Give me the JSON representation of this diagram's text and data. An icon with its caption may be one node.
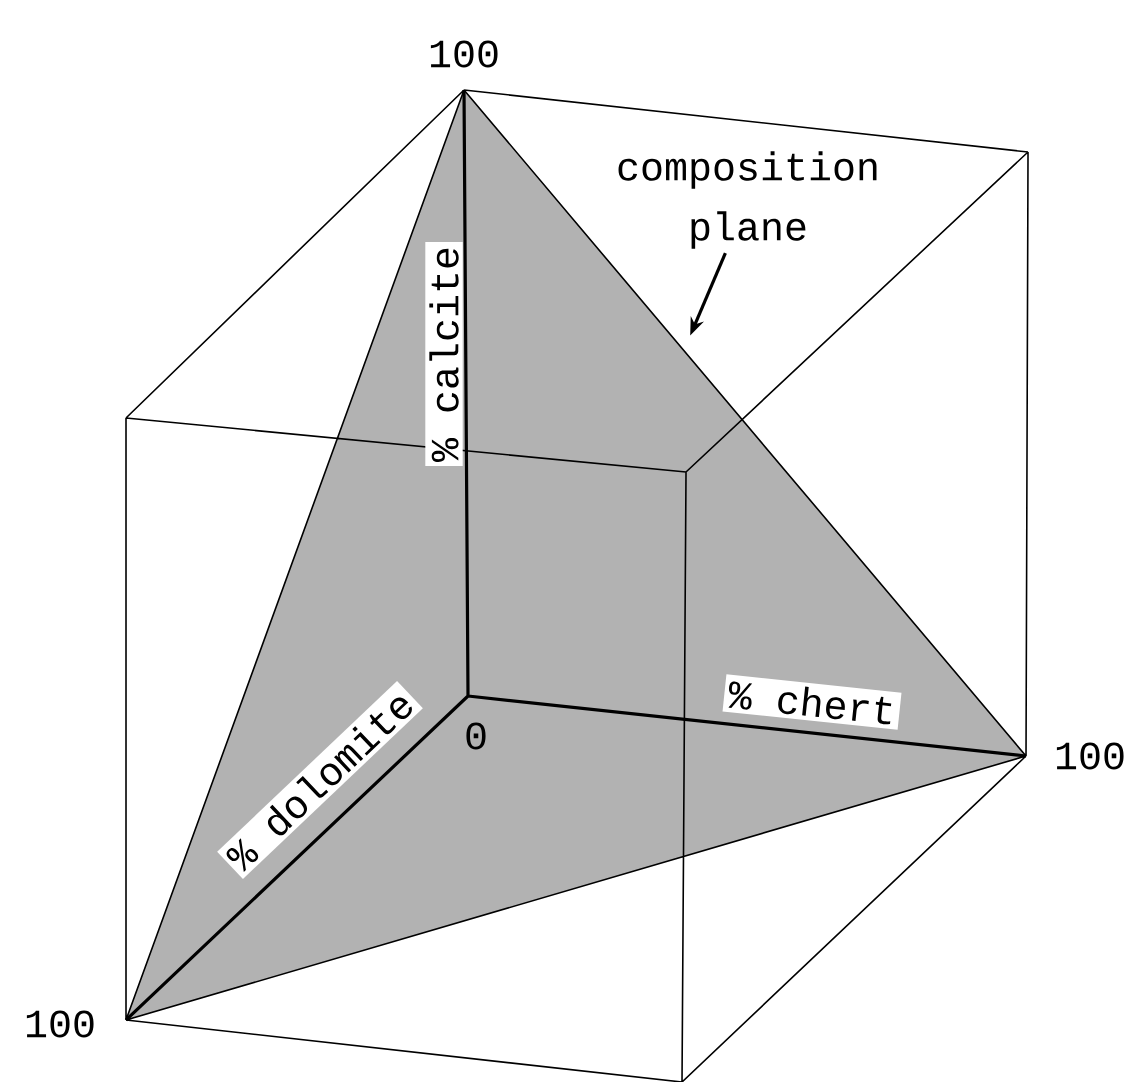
{
  "diagram": {
    "nodes": [
      {
        "text": [
          "composition plane"
        ]
      },
      {
        "text": [],
        "shape": "triangle"
      }
    ],
    "edges": [
      {
        "from": 0,
        "to": 1,
        "arrow": "to"
      }
    ],
    "labels": [
      "100",
      "% calcite",
      "% dolomite",
      "0",
      "% chert",
      "100",
      "100"
    ]
  }
}
